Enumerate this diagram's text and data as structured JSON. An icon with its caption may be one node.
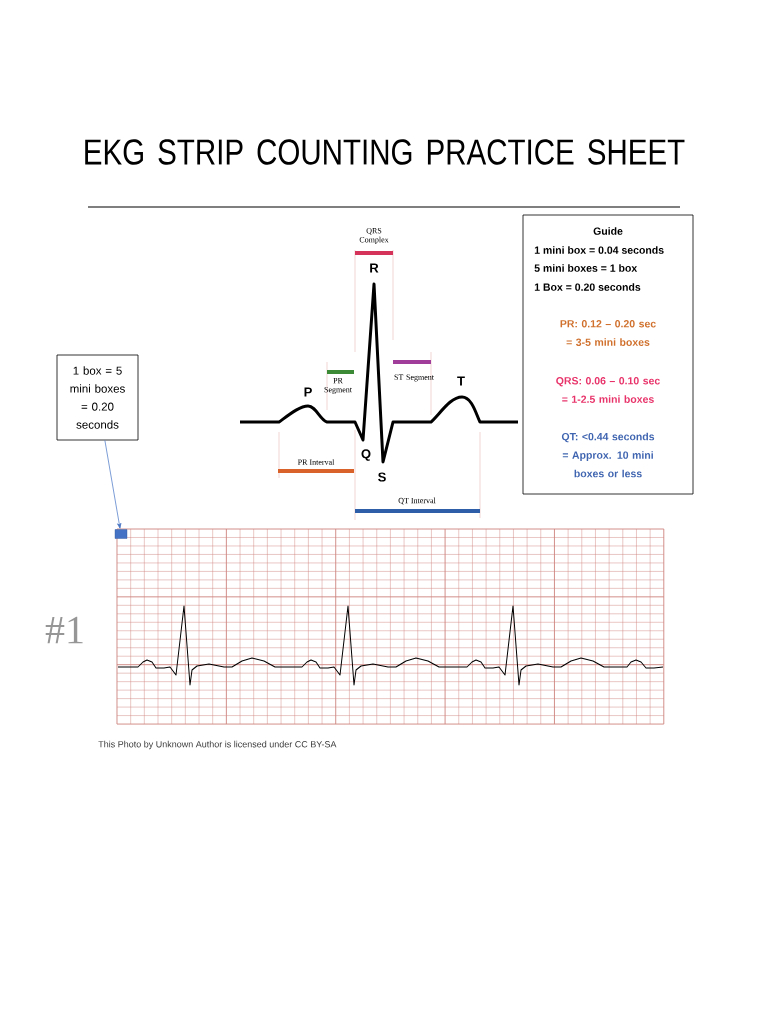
{
  "diagram": {
    "title": "EKG STRIP COUNTING PRACTICE SHEET",
    "caption": "This Photo by Unknown Author is licensed under CC BY-SA",
    "nodes": [
      {
        "text": [
          "1 box = 5 mini boxes = 0.20 seconds"
        ]
      },
      {
        "text": [],
        "shape": "box"
      },
      {
        "text": [
          "Guide",
          "1 mini box = 0.04 seconds",
          "5 mini boxes = 1 box",
          "1 Box = 0.20 seconds",
          "PR: 0.12 – 0.20 sec = 3-5 mini boxes",
          "QRS: 0.06 – 0.10 sec = 1-2.5 mini boxes",
          "QT: <0.44 seconds = Approx. 10 mini boxes or less"
        ]
      }
    ],
    "edges": [
      {
        "from": 0,
        "to": 1,
        "arrow": "to",
        "color": "#4472c4"
      }
    ],
    "labels": [
      "QRS Complex",
      "R",
      "PR Segment",
      "ST Segment",
      "P",
      "T",
      "Q",
      "PR Interval",
      "S",
      "QT Interval",
      "#1"
    ]
  }
}
